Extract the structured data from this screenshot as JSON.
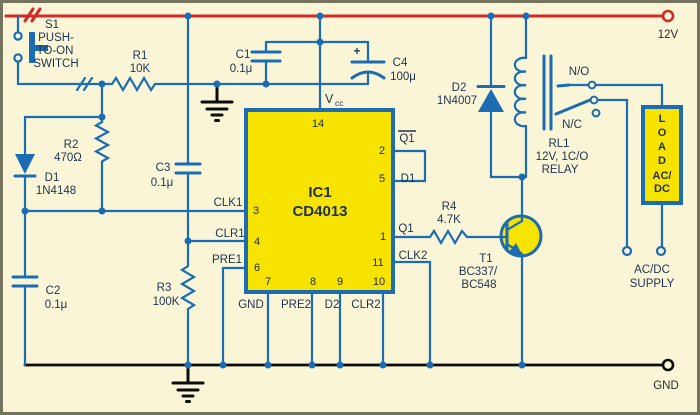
{
  "colors": {
    "background": "#faf5d6",
    "wire_blue": "#1b6cb3",
    "power_rail_red": "#cf2b28",
    "component_yellow": "#f6e400",
    "ground_black": "#0c0c0c",
    "label_text": "#1e3352"
  },
  "terminals": {
    "v12": "12V",
    "gnd": "GND"
  },
  "s1": {
    "ref": "S1",
    "desc1": "PUSH-",
    "desc2": "TO-ON",
    "desc3": "SWITCH"
  },
  "r1": {
    "ref": "R1",
    "value": "10K"
  },
  "r2": {
    "ref": "R2",
    "value": "470Ω"
  },
  "r3": {
    "ref": "R3",
    "value": "100K"
  },
  "r4": {
    "ref": "R4",
    "value": "4.7K"
  },
  "c1": {
    "ref": "C1",
    "value": "0.1μ"
  },
  "c2": {
    "ref": "C2",
    "value": "0.1μ"
  },
  "c3": {
    "ref": "C3",
    "value": "0.1μ"
  },
  "c4": {
    "ref": "C4",
    "value": "100μ",
    "polarity": "+"
  },
  "d1": {
    "ref": "D1",
    "value": "1N4148"
  },
  "d2": {
    "ref": "D2",
    "value": "1N4007"
  },
  "ic1": {
    "ref": "IC1",
    "part": "CD4013",
    "vcc_main": "V",
    "vcc_sub": "cc",
    "pins": {
      "p14": "14",
      "p2": "2",
      "p5": "5",
      "p3": "3",
      "p4": "4",
      "p6": "6",
      "p7": "7",
      "p8": "8",
      "p9": "9",
      "p10": "10",
      "p1": "1",
      "p11": "11"
    },
    "signals": {
      "q1bar": "Q1",
      "d1": "D1",
      "clk1": "CLK1",
      "clr1": "CLR1",
      "pre1": "PRE1",
      "q1": "Q1",
      "clk2": "CLK2",
      "gnd": "GND",
      "pre2": "PRE2",
      "d2": "D2",
      "clr2": "CLR2"
    }
  },
  "t1": {
    "ref": "T1",
    "part_line1": "BC337/",
    "part_line2": "BC548"
  },
  "rl1": {
    "ref": "RL1",
    "spec": "12V, 1C/O",
    "type": "RELAY",
    "no": "N/O",
    "nc": "N/C"
  },
  "load": {
    "l1": "L",
    "l2": "O",
    "l3": "A",
    "l4": "D",
    "l5": "AC/",
    "l6": "DC"
  },
  "supply": {
    "line1": "AC/DC",
    "line2": "SUPPLY"
  }
}
